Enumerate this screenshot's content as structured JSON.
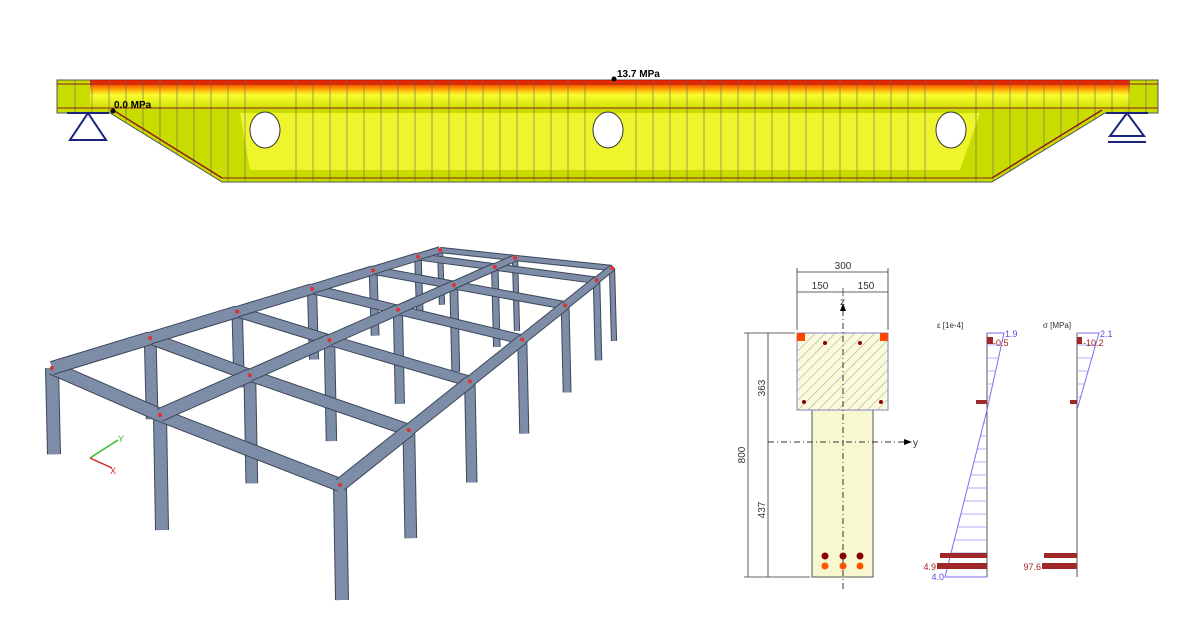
{
  "beam": {
    "max_stress_label": "13.7 MPa",
    "min_stress_label": "0.0 MPa",
    "colors": {
      "low": "#c8dc00",
      "mid": "#ffff40",
      "high": "#ff2000"
    }
  },
  "section": {
    "width_total": "300",
    "width_left": "150",
    "width_right": "150",
    "height_total": "800",
    "height_top": "363",
    "height_bottom": "437",
    "axis_z": "z",
    "axis_y": "y"
  },
  "strain_diagram": {
    "title": "ε [1e-4]",
    "top_value": "1.9",
    "top_rebar_value": "-0.5",
    "bottom_rebar_value": "4.9",
    "bottom_value": "4.0"
  },
  "stress_diagram": {
    "title": "σ [MPa]",
    "top_value": "2.1",
    "top_rebar_value": "-10.2",
    "bottom_rebar_value": "97.6"
  },
  "frame": {
    "local_axes": {
      "x": "X",
      "y": "Y"
    },
    "member_color": "#7d8da8"
  }
}
